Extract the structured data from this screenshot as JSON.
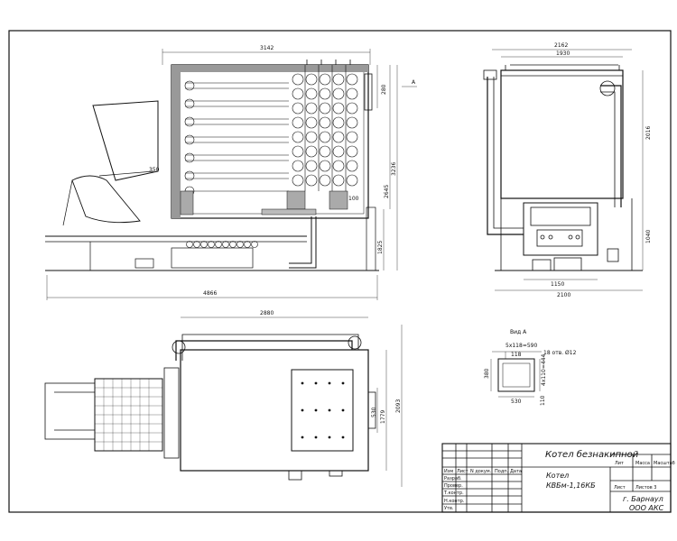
{
  "title_block": {
    "title": "Котел безнакипной",
    "model_line1": "Котел",
    "model_line2": "КВБм-1,16КБ",
    "city": "г. Барнаул",
    "company": "ООО АКС",
    "col_lit": "Лит",
    "col_mass": "Масса",
    "col_scale": "Масштаб",
    "sheet": "Лист",
    "sheets": "Листов 3",
    "row_izm": "Изм",
    "row_list": "Лист",
    "row_ndok": "N докум.",
    "row_podp": "Подп.",
    "row_data": "Дата",
    "row_razrab": "Разраб.",
    "row_prov": "Провер.",
    "row_tkontr": "Т.контр.",
    "row_nkontr": "Н.контр.",
    "row_utv": "Утв."
  },
  "front_view": {
    "dim_total_length": "4866",
    "dim_boiler_length": "3142",
    "dim_height": "3236",
    "dim_lower": "2645",
    "dim_top_gap": "280",
    "dim_mid": "1825",
    "dim_small": "100",
    "dim_grate": "350",
    "section_marker": "A"
  },
  "side_view": {
    "dim_width_outer": "2162",
    "dim_width_inner": "1930",
    "dim_height": "2016",
    "dim_lower": "1040",
    "dim_base_inner": "1150",
    "dim_base_outer": "2100"
  },
  "top_view": {
    "dim_length": "2880",
    "dim_width": "2093",
    "dim_inner": "1779",
    "dim_door": "530"
  },
  "view_a": {
    "title": "Вид А",
    "dim_holes": "5x118=590",
    "dim_step": "118",
    "dim_holes_count": "18 отв. Ø12",
    "dim_height": "380",
    "dim_vert": "4x110=444",
    "dim_width": "530",
    "dim_bottom": "110"
  }
}
